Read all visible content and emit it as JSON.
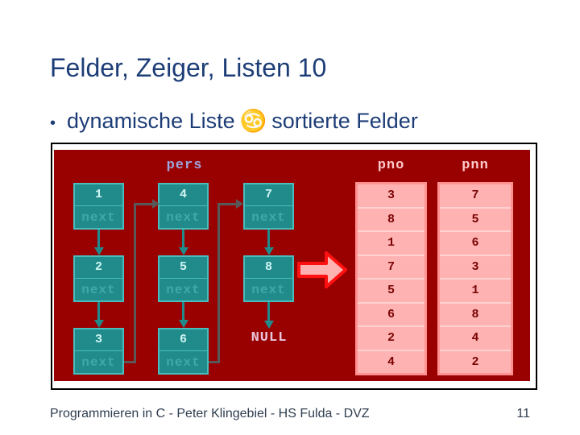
{
  "title": "Felder, Zeiger, Listen 10",
  "bullet": {
    "marker": "•",
    "text_before": "dynamische Liste",
    "symbol": "♋",
    "text_after": "sortierte Felder"
  },
  "diagram": {
    "list_label": "pers",
    "next_label": "next",
    "null_label": "NULL",
    "node_values": [
      "1",
      "2",
      "3",
      "4",
      "5",
      "6",
      "7",
      "8"
    ],
    "arrays": {
      "pno": {
        "label": "pno",
        "values": [
          "3",
          "8",
          "1",
          "7",
          "5",
          "6",
          "2",
          "4"
        ]
      },
      "pnn": {
        "label": "pnn",
        "values": [
          "7",
          "5",
          "6",
          "3",
          "1",
          "8",
          "4",
          "2"
        ]
      }
    }
  },
  "colors": {
    "title_text": "#1D3D77",
    "diagram_background": "#990000",
    "node_fill": "#218B8B",
    "node_border": "#49BCBC",
    "node_value_text": "#CFF5F3",
    "node_next_text": "#3FA9A9",
    "pers_label_text": "#9FA6DD",
    "array_label_text": "#FFC9C9",
    "null_text": "#E9C6DA",
    "array_fill": "#FFB2B2",
    "array_border": "#FF9191",
    "array_cell_text": "#7A0505",
    "big_arrow_fill": "#FFB2B2",
    "big_arrow_stroke": "#FF1111",
    "pointer_line": "#585858",
    "footer_text": "#2F3D4F"
  },
  "footer": {
    "text": "Programmieren in C - Peter Klingebiel - HS Fulda - DVZ",
    "page": "11"
  }
}
